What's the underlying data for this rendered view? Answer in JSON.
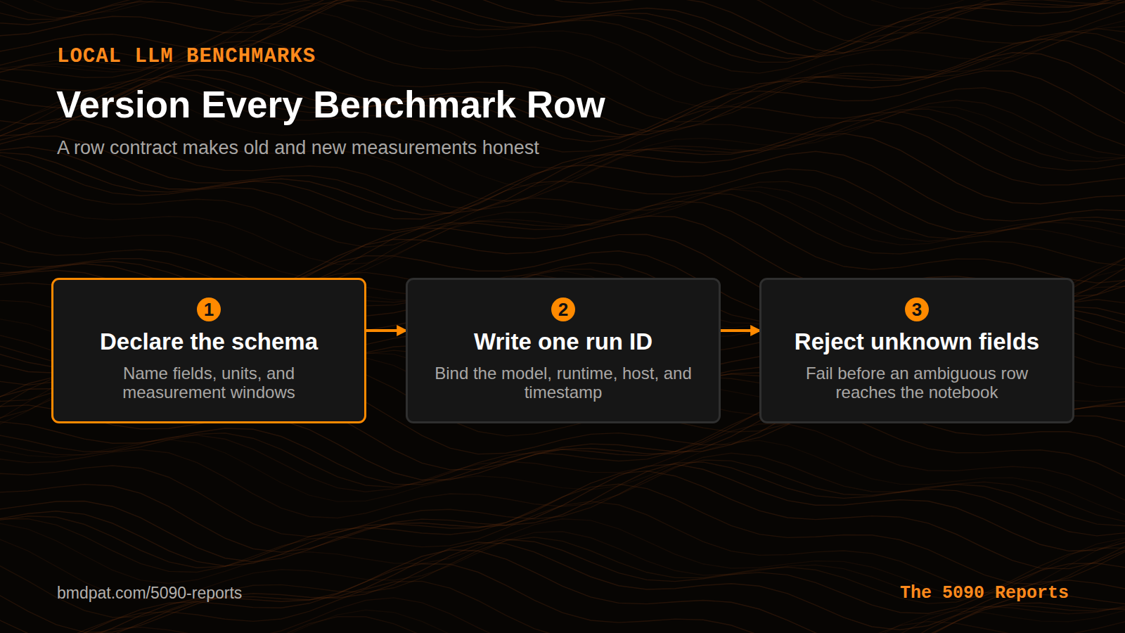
{
  "diagram": {
    "title": "Version Every Benchmark Row",
    "caption": "A row contract makes old and new measurements honest",
    "nodes": [
      {
        "text": [
          "1",
          "Declare the schema",
          "Name fields, units, and measurement windows"
        ]
      },
      {
        "text": [
          "2",
          "Write one run ID",
          "Bind the model, runtime, host, and timestamp"
        ]
      },
      {
        "text": [
          "3",
          "Reject unknown fields",
          "Fail before an ambiguous row reaches the notebook"
        ]
      }
    ],
    "edges": [
      {
        "from": 0,
        "to": 1,
        "arrow": "to"
      },
      {
        "from": 1,
        "to": 2,
        "arrow": "to"
      }
    ],
    "labels": [
      "LOCAL LLM BENCHMARKS",
      "bmdpat.com/5090-reports",
      "The 5090 Reports"
    ]
  }
}
